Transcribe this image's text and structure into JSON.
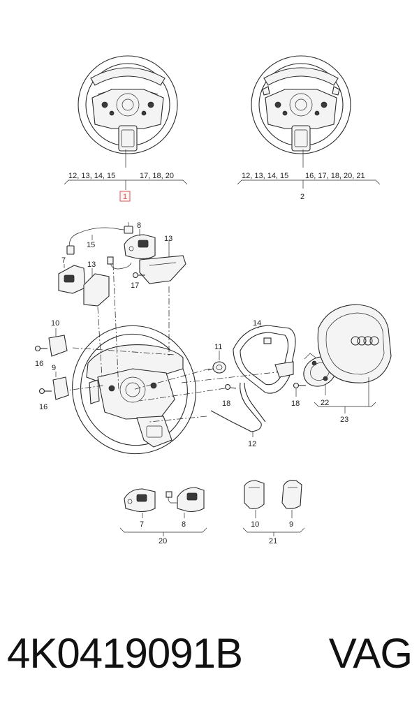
{
  "colors": {
    "highlight": "#d9534f",
    "line": "#2a2a2a"
  },
  "wheel_1": {
    "group_left": "12, 13, 14, 15",
    "group_right": "17, 18, 20",
    "ref": "1"
  },
  "wheel_2": {
    "group_left": "12, 13, 14, 15",
    "group_right": "16, 17, 18, 20, 21",
    "ref": "2"
  },
  "explode": {
    "labels": [
      "15",
      "8",
      "13",
      "7",
      "13",
      "17",
      "10",
      "16",
      "9",
      "16",
      "11",
      "14",
      "18",
      "22",
      "23",
      "12",
      "18"
    ]
  },
  "group_20": {
    "left": "7",
    "right": "8",
    "ref": "20"
  },
  "group_21": {
    "left": "10",
    "right": "9",
    "ref": "21"
  },
  "title": {
    "part_number": "4K0419091B",
    "brand": "VAG"
  }
}
